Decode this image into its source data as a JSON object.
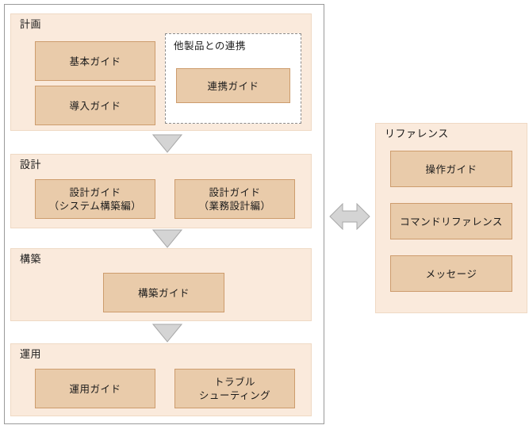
{
  "diagram": {
    "title_semantic": "product-documentation-map",
    "colors": {
      "panel_fill": "#FAEADC",
      "panel_border": "#EFD9C4",
      "doc_fill": "#E9CBAA",
      "doc_border": "#CD9C6D",
      "frame_border": "#9A9A9A",
      "dashed_border": "#8C8C8C",
      "arrow_fill": "#D4D4D4",
      "arrow_border": "#A8A8A8",
      "text": "#1A1A1A"
    },
    "lifecycle": {
      "phases": [
        {
          "id": "plan",
          "label": "計画",
          "docs": [
            {
              "id": "basic-guide",
              "lines": [
                "基本ガイド"
              ]
            },
            {
              "id": "introduction-guide",
              "lines": [
                "導入ガイド"
              ]
            }
          ],
          "subgroup": {
            "id": "other-product-linkage",
            "label": "他製品との連携",
            "docs": [
              {
                "id": "linkage-guide",
                "lines": [
                  "連携ガイド"
                ]
              }
            ]
          }
        },
        {
          "id": "design",
          "label": "設計",
          "docs": [
            {
              "id": "design-guide-system",
              "lines": [
                "設計ガイド",
                "（システム構築編）"
              ]
            },
            {
              "id": "design-guide-business",
              "lines": [
                "設計ガイド",
                "（業務設計編）"
              ]
            }
          ]
        },
        {
          "id": "build",
          "label": "構築",
          "docs": [
            {
              "id": "build-guide",
              "lines": [
                "構築ガイド"
              ]
            }
          ]
        },
        {
          "id": "operation",
          "label": "運用",
          "docs": [
            {
              "id": "operation-guide",
              "lines": [
                "運用ガイド"
              ]
            },
            {
              "id": "troubleshooting",
              "lines": [
                "トラブル",
                "シューティング"
              ]
            }
          ]
        }
      ],
      "flow_arrows": [
        {
          "id": "plan-to-design",
          "direction": "down"
        },
        {
          "id": "design-to-build",
          "direction": "down"
        },
        {
          "id": "build-to-operation",
          "direction": "down"
        }
      ]
    },
    "reference": {
      "id": "reference",
      "label": "リファレンス",
      "docs": [
        {
          "id": "operation-manual",
          "lines": [
            "操作ガイド"
          ]
        },
        {
          "id": "command-reference",
          "lines": [
            "コマンドリファレンス"
          ]
        },
        {
          "id": "messages",
          "lines": [
            "メッセージ"
          ]
        }
      ]
    },
    "cross_arrow": {
      "id": "lifecycle-reference-link",
      "direction": "left-right"
    }
  }
}
